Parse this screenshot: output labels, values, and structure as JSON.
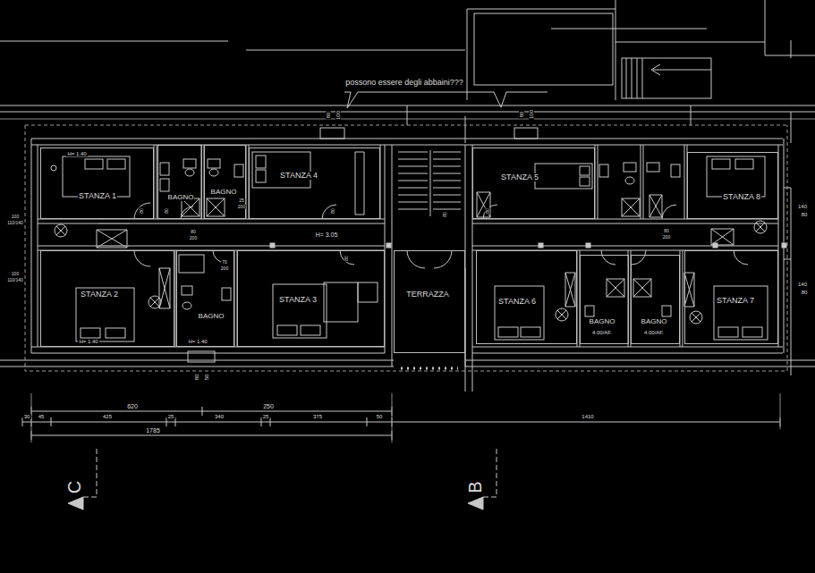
{
  "diagram": {
    "nodes": [
      {
        "text": [
          "STANZA 1",
          "H= 1.40"
        ]
      },
      {
        "text": [
          "BAGNO"
        ]
      },
      {
        "text": [
          "BAGNO"
        ]
      },
      {
        "text": [
          "STANZA 4"
        ]
      },
      {
        "text": [
          "STANZA 5"
        ]
      },
      {
        "text": [
          "STANZA 8"
        ]
      },
      {
        "text": [
          "STANZA 2",
          "H= 1.40"
        ]
      },
      {
        "text": [
          "BAGNO",
          "H= 1.40"
        ]
      },
      {
        "text": [
          "STANZA 3"
        ]
      },
      {
        "text": [
          "TERRAZZA"
        ]
      },
      {
        "text": [
          "STANZA 6"
        ]
      },
      {
        "text": [
          "BAGNO",
          "4.00/AF."
        ]
      },
      {
        "text": [
          "BAGNO",
          "4.00/AF."
        ]
      },
      {
        "text": [
          "STANZA 7"
        ]
      }
    ],
    "labels": [
      "possono essere degli abbaini???",
      "80",
      "100",
      "80",
      "100",
      "H= 3.05",
      "80",
      "50",
      "100",
      "110/140",
      "100",
      "110/140",
      "140",
      "80",
      "140",
      "80",
      "80",
      "80",
      "25",
      "200",
      "80",
      "80",
      "200",
      "70",
      "200",
      "80",
      "80",
      "80",
      "200",
      "80",
      "620",
      "250",
      "30",
      "45",
      "425",
      "25",
      "340",
      "25",
      "375",
      "50",
      "1410",
      "1785",
      "C",
      "B"
    ]
  }
}
